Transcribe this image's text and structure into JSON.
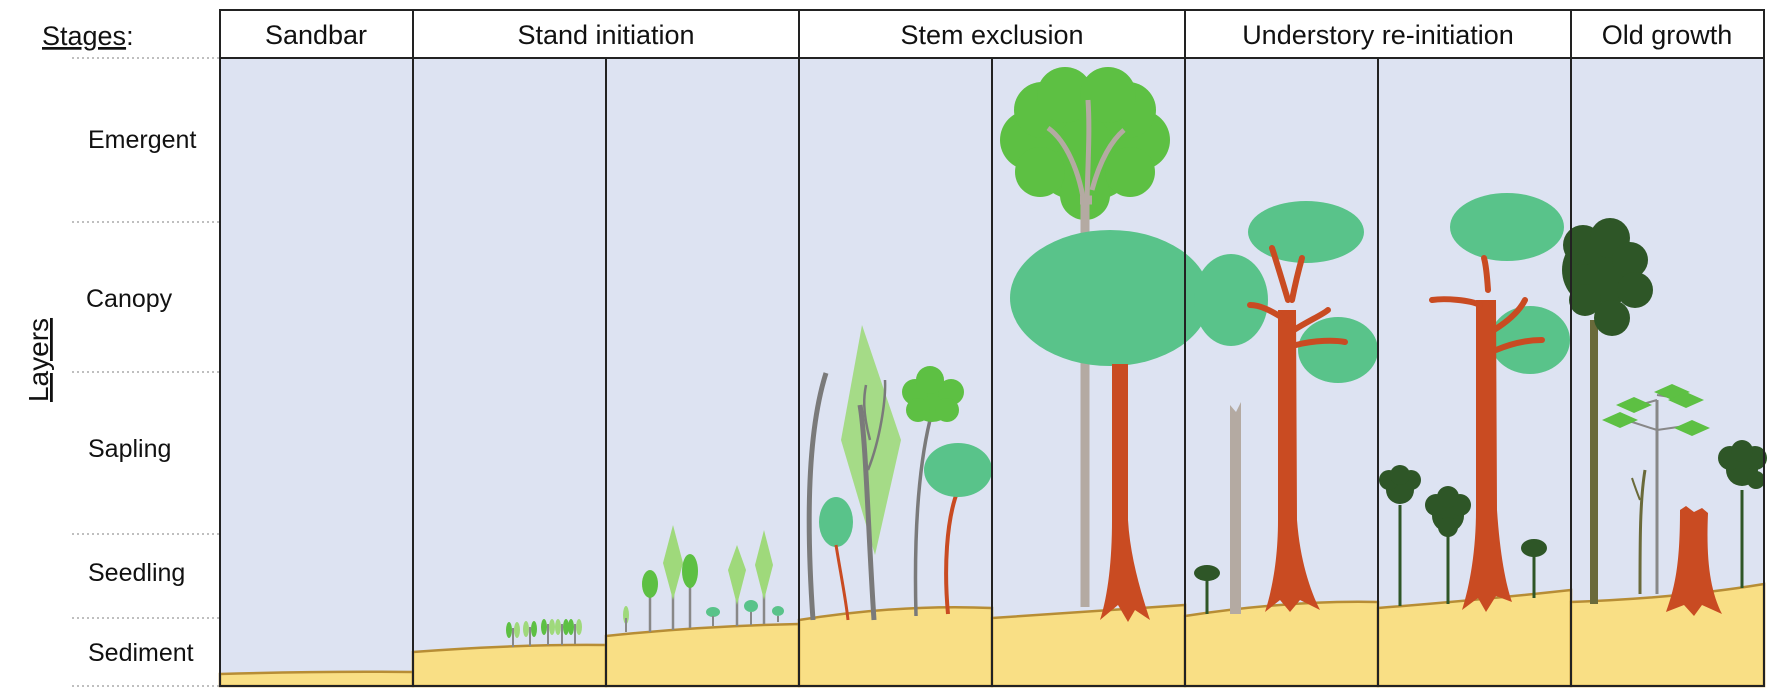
{
  "stages_heading": "Stages",
  "stages_colon": ":",
  "layers_axis_label": "Layers",
  "stages": [
    {
      "name": "Sandbar",
      "panels": 1
    },
    {
      "name": "Stand initiation",
      "panels": 2
    },
    {
      "name": "Stem exclusion",
      "panels": 2
    },
    {
      "name": "Understory re-initiation",
      "panels": 2
    },
    {
      "name": "Old growth",
      "panels": 1
    }
  ],
  "layers": [
    "Emergent",
    "Canopy",
    "Sapling",
    "Seedling",
    "Sediment"
  ],
  "colors": {
    "sky": "#dde3f2",
    "sediment": "#f9df85",
    "ground_line": "#b78d35",
    "light_green": "#5dc043",
    "teal_green": "#59c38a",
    "pale_green": "#9fd97b",
    "dark_green": "#2e5627",
    "red_trunk": "#c94b22",
    "gray_trunk": "#b4aaa2",
    "dark_gray_trunk": "#7a7a7a",
    "olive_trunk": "#6a6a3a"
  }
}
